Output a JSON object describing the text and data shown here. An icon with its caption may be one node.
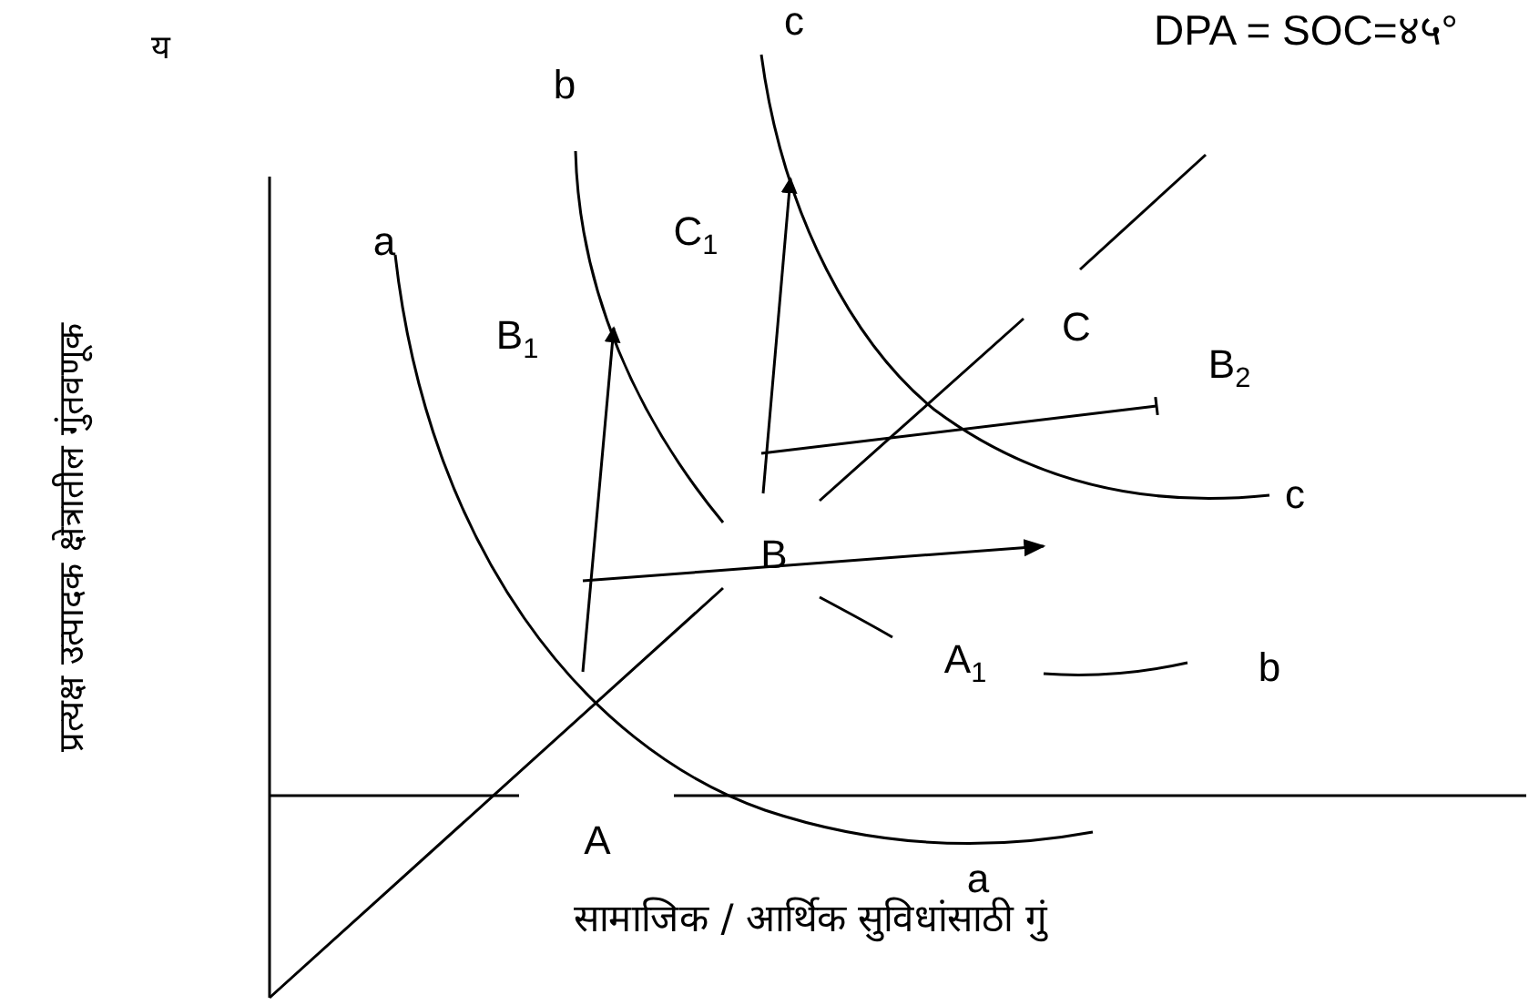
{
  "diagram": {
    "labels": [
      "c",
      "DPA = SOC=४५°",
      "य",
      "b",
      "प्रत्यक्ष उत्पादक क्षेत्रातील गुंतवणूक",
      "a",
      "C$_{1}$",
      "B$_{1}$",
      "C",
      "B$_{2}$",
      "c",
      "B",
      "A$_{1}$",
      "b",
      "A",
      "a",
      "सामाजिक / आर्थिक सुविधांसाठी गुं"
    ]
  }
}
